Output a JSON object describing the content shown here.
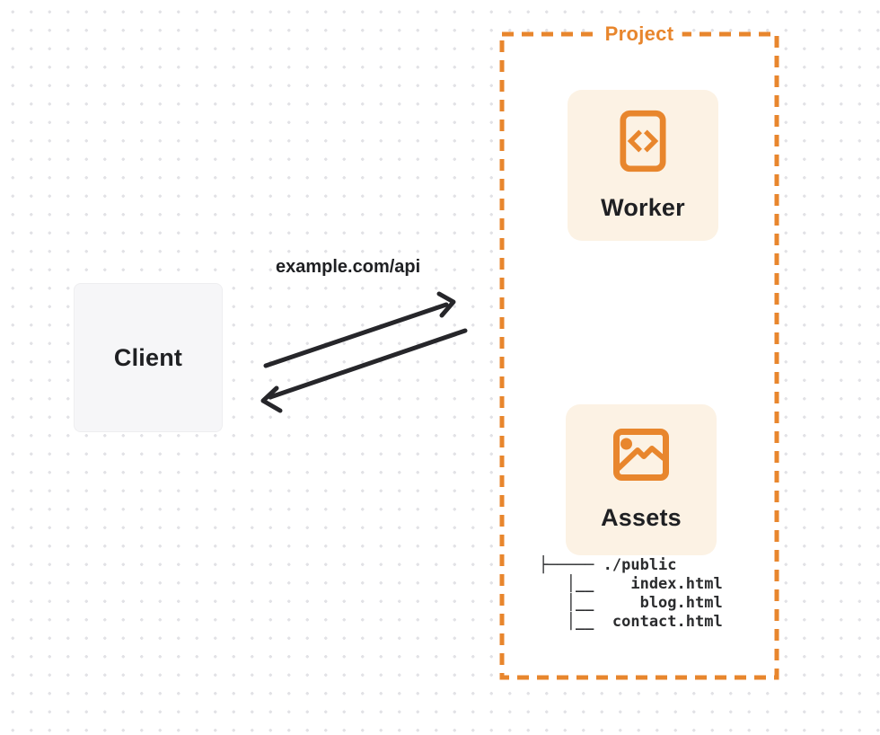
{
  "colors": {
    "accent": "#E8862D",
    "ink": "#26262A",
    "card-bg": "#FCF2E4",
    "client-bg": "#F6F6F8",
    "text-dark": "#1F2023",
    "dot": "#E2E2E6"
  },
  "client": {
    "label": "Client"
  },
  "request": {
    "label": "example.com/api"
  },
  "project": {
    "label": "Project",
    "nodes": {
      "worker": {
        "label": "Worker",
        "icon": "code-file-icon"
      },
      "assets": {
        "label": "Assets",
        "icon": "image-icon"
      }
    },
    "file_tree": {
      "lines": [
        "├───── ./public",
        "   │__    index.html",
        "   │__     blog.html",
        "   │__  contact.html"
      ]
    }
  },
  "arrows": [
    {
      "name": "request-arrow",
      "from": "client",
      "to": "project"
    },
    {
      "name": "response-arrow",
      "from": "project",
      "to": "client"
    }
  ]
}
